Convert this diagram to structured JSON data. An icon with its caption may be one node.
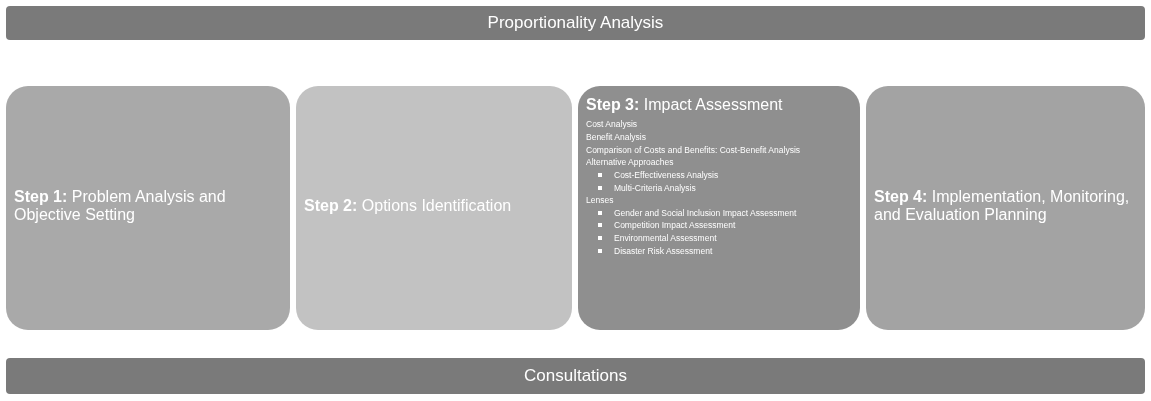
{
  "diagram": {
    "nodes": [
      {
        "text": [
          "Proportionality Analysis"
        ]
      },
      {
        "text": [
          "**Step 1:** Problem Analysis and Objective Setting"
        ]
      },
      {
        "text": [
          "**Step 2:** Options Identification"
        ]
      },
      {
        "text": [
          "**Step 3:** Impact Assessment",
          "Cost Analysis",
          "Benefit Analysis",
          "Comparison of Costs and Benefits: Cost-Benefit Analysis",
          "Alternative Approaches",
          "Cost-Effectiveness Analysis",
          "Multi-Criteria Analysis",
          "Lenses",
          "Gender and Social Inclusion Impact Assessment",
          "Competition Impact Assessment",
          "Environmental Assessment",
          "Disaster Risk Assessment"
        ]
      },
      {
        "text": [
          "**Step 4:** Implementation, Monitoring, and Evaluation Planning"
        ]
      },
      {
        "text": [
          "Consultations"
        ]
      }
    ]
  }
}
